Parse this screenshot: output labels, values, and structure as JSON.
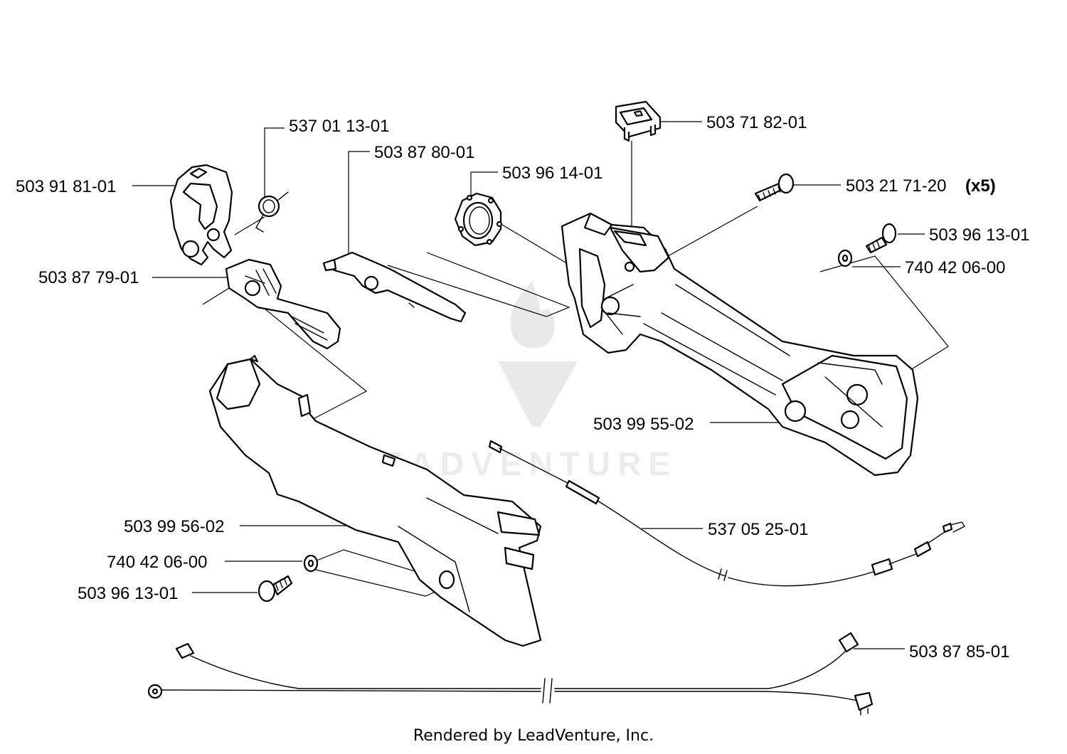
{
  "watermark": {
    "text": "LEADVENTURE"
  },
  "footer": {
    "text": "Rendered by LeadVenture, Inc."
  },
  "parts": {
    "switch": "503 71 82-01",
    "screw_x5": "503 21 71-20",
    "qty_x5": "(x5)",
    "screw_right": "503 96 13-01",
    "washer_right": "740 42 06-00",
    "handle_half_right": "503 99 55-02",
    "throttle_cable": "537 05 25-01",
    "wire_harness": "503 87 85-01",
    "clamp": "503 91 81-01",
    "spring": "537 01 13-01",
    "lockout": "503 87 80-01",
    "ring": "503 96 14-01",
    "trigger": "503 87 79-01",
    "handle_half_left": "503 99 56-02",
    "washer_left": "740 42 06-00",
    "screw_left": "503 96 13-01"
  }
}
